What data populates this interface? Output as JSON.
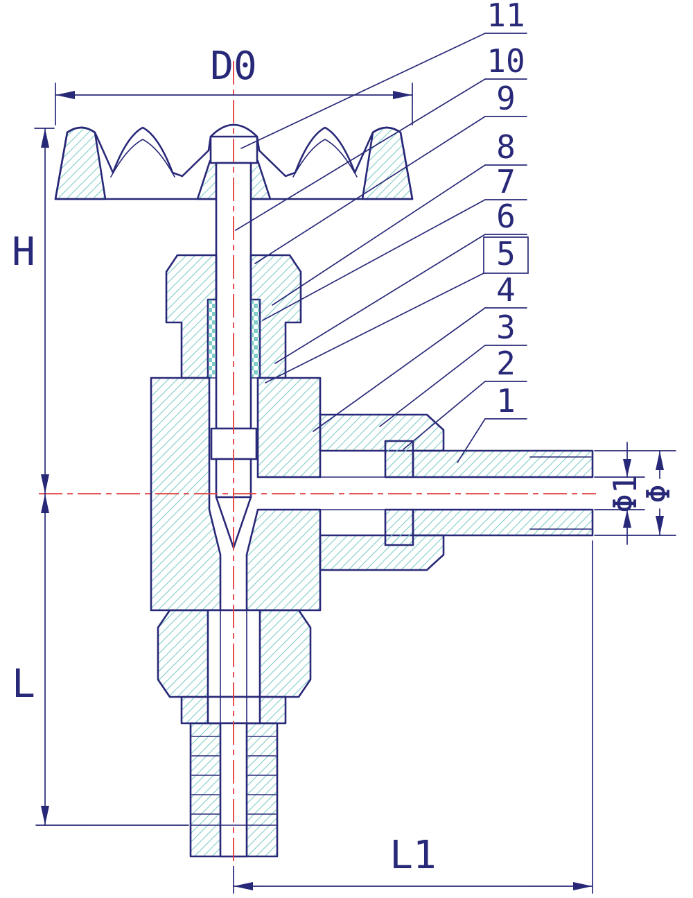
{
  "drawing": {
    "part_numbers": [
      "11",
      "10",
      "9",
      "8",
      "7",
      "6",
      "5",
      "4",
      "3",
      "2",
      "1"
    ],
    "boxed_part_number": "5",
    "dimensions": {
      "d0": "D0",
      "h": "H",
      "l": "L",
      "l1": "L1",
      "phi1": "Φ1",
      "phi": "Φ"
    },
    "colors": {
      "line": "#282878",
      "hatch": "#7fccc8",
      "centerline": "#e23e3e",
      "background": "#ffffff"
    }
  }
}
